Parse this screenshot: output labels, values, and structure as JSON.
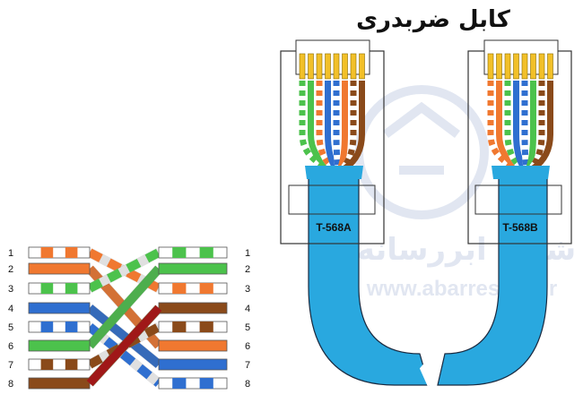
{
  "title": "کابل ضربدری",
  "watermark": {
    "text_fa": "شبکه ابررسانه",
    "url": "www.abarresana.ir"
  },
  "connectors": [
    {
      "label": "T-568A",
      "wires": [
        "white-green",
        "green",
        "white-orange",
        "blue",
        "white-blue",
        "orange",
        "white-brown",
        "brown"
      ]
    },
    {
      "label": "T-568B",
      "wires": [
        "white-orange",
        "orange",
        "white-green",
        "blue",
        "white-blue",
        "green",
        "white-brown",
        "brown"
      ]
    }
  ],
  "crossover": {
    "pins_left": [
      "1",
      "2",
      "3",
      "4",
      "5",
      "6",
      "7",
      "8"
    ],
    "pins_right": [
      "1",
      "2",
      "3",
      "4",
      "5",
      "6",
      "7",
      "8"
    ],
    "left_wires": [
      "white-orange",
      "orange",
      "white-green",
      "blue",
      "white-blue",
      "green",
      "white-brown",
      "brown"
    ],
    "right_wires": [
      "white-green",
      "green",
      "white-orange",
      "brown",
      "white-brown",
      "orange",
      "blue",
      "white-blue"
    ]
  },
  "colors": {
    "orange": "#f07830",
    "green": "#4cc24c",
    "blue": "#2f6fd0",
    "brown": "#8a4a1a",
    "cable": "#29a8df",
    "crimson": "#a01818",
    "watermark": "#c9d3e6"
  }
}
